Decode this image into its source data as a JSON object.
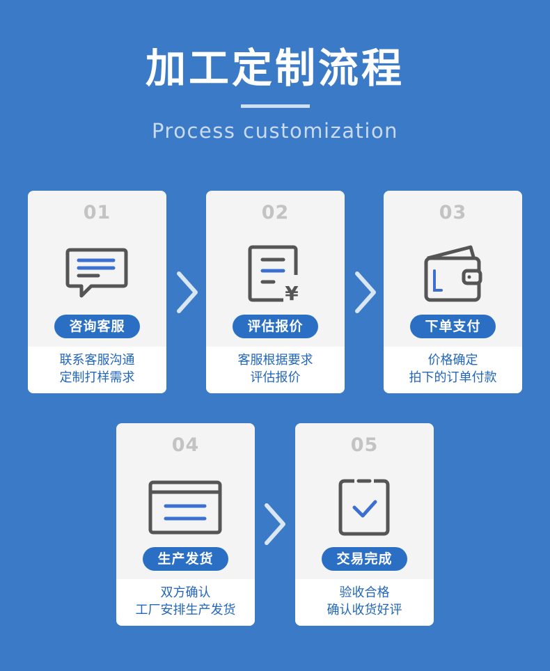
{
  "header": {
    "title": "加工定制流程",
    "subtitle": "Process customization"
  },
  "steps": [
    {
      "number": "01",
      "label": "咨询客服",
      "desc_line1": "联系客服沟通",
      "desc_line2": "定制打样需求",
      "icon": "chat-bubble-icon"
    },
    {
      "number": "02",
      "label": "评估报价",
      "desc_line1": "客服根据要求",
      "desc_line2": "评估报价",
      "icon": "quote-document-icon"
    },
    {
      "number": "03",
      "label": "下单支付",
      "desc_line1": "价格确定",
      "desc_line2": "拍下的订单付款",
      "icon": "wallet-icon"
    },
    {
      "number": "04",
      "label": "生产发货",
      "desc_line1": "双方确认",
      "desc_line2": "工厂安排生产发货",
      "icon": "production-window-icon"
    },
    {
      "number": "05",
      "label": "交易完成",
      "desc_line1": "验收合格",
      "desc_line2": "确认收货好评",
      "icon": "checklist-done-icon"
    }
  ],
  "colors": {
    "background": "#3a7ac7",
    "accent": "#2a6fc4",
    "icon_stroke": "#555555",
    "icon_highlight": "#3b6fd0"
  }
}
